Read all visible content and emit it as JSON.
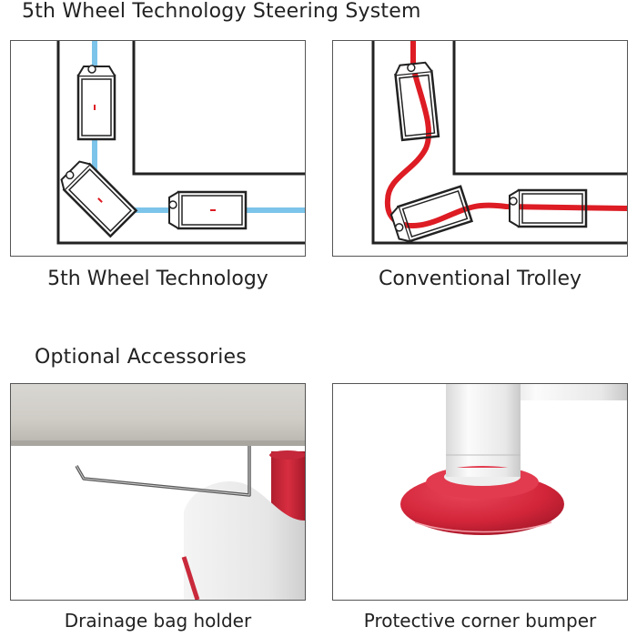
{
  "page": {
    "title": "5th Wheel Technology Steering System",
    "accessories_title": "Optional Accessories"
  },
  "diagrams": {
    "fifth_wheel": {
      "caption": "5th Wheel Technology",
      "path_color": "#7cc4ea"
    },
    "conventional": {
      "caption": "Conventional Trolley",
      "path_color": "#dd1c24"
    }
  },
  "accessories": {
    "drainage": {
      "caption": "Drainage bag holder"
    },
    "bumper": {
      "caption": "Protective corner bumper",
      "accent_color": "#d3253a"
    }
  }
}
